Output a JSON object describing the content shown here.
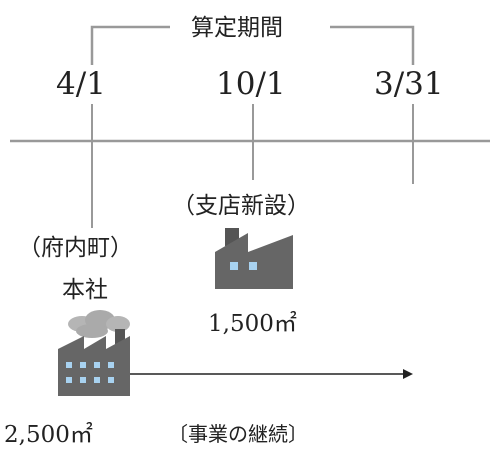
{
  "period_label": "算定期間",
  "dates": {
    "start": "4/1",
    "branch": "10/1",
    "end": "3/31"
  },
  "branch": {
    "label": "（支店新設）",
    "area": "1,500㎡"
  },
  "head_office": {
    "location": "（府内町）",
    "label": "本社",
    "area": "2,500㎡"
  },
  "continuation_label": "〔事業の継続〕",
  "colors": {
    "line": "#999999",
    "factory_dark": "#666666",
    "factory_window": "#a8d2f0",
    "smoke": "#aaaaaa"
  },
  "icons": [
    "factory-icon",
    "factory-with-smoke-icon",
    "arrow-head-icon"
  ]
}
